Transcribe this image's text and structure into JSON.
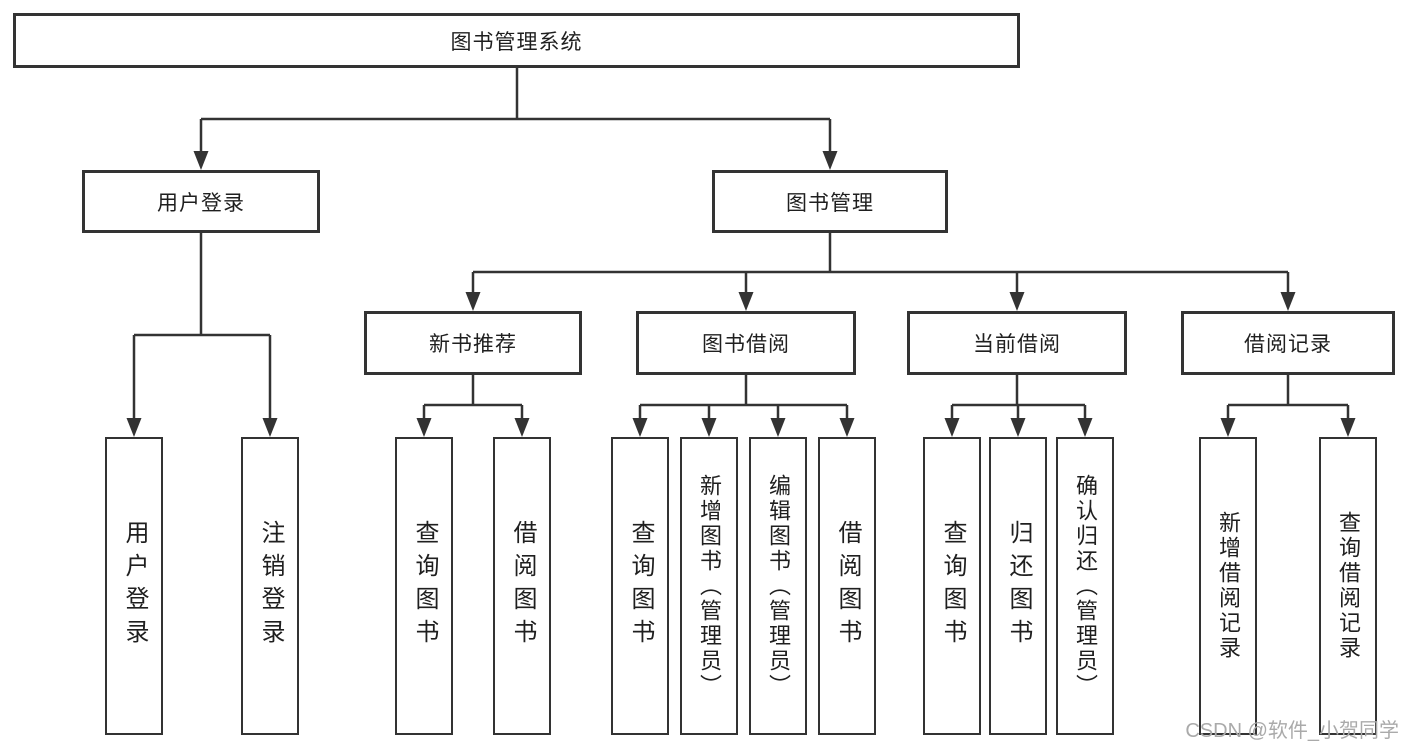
{
  "tree": {
    "label": "图书管理系统",
    "children": [
      {
        "label": "用户登录",
        "children": [
          {
            "label": "用户登录"
          },
          {
            "label": "注销登录"
          }
        ]
      },
      {
        "label": "图书管理",
        "children": [
          {
            "label": "新书推荐",
            "children": [
              {
                "label": "查询图书"
              },
              {
                "label": "借阅图书"
              }
            ]
          },
          {
            "label": "图书借阅",
            "children": [
              {
                "label": "查询图书"
              },
              {
                "label": "新增图书（管理员）"
              },
              {
                "label": "编辑图书（管理员）"
              },
              {
                "label": "借阅图书"
              }
            ]
          },
          {
            "label": "当前借阅",
            "children": [
              {
                "label": "查询图书"
              },
              {
                "label": "归还图书"
              },
              {
                "label": "确认归还（管理员）"
              }
            ]
          },
          {
            "label": "借阅记录",
            "children": [
              {
                "label": "新增借阅记录"
              },
              {
                "label": "查询借阅记录"
              }
            ]
          }
        ]
      }
    ]
  },
  "watermark": "CSDN @软件_小贺同学",
  "colors": {
    "line": "#333333",
    "box_border": "#333333",
    "text": "#1f1f1f",
    "watermark": "#aaaaaa",
    "background": "#ffffff"
  }
}
